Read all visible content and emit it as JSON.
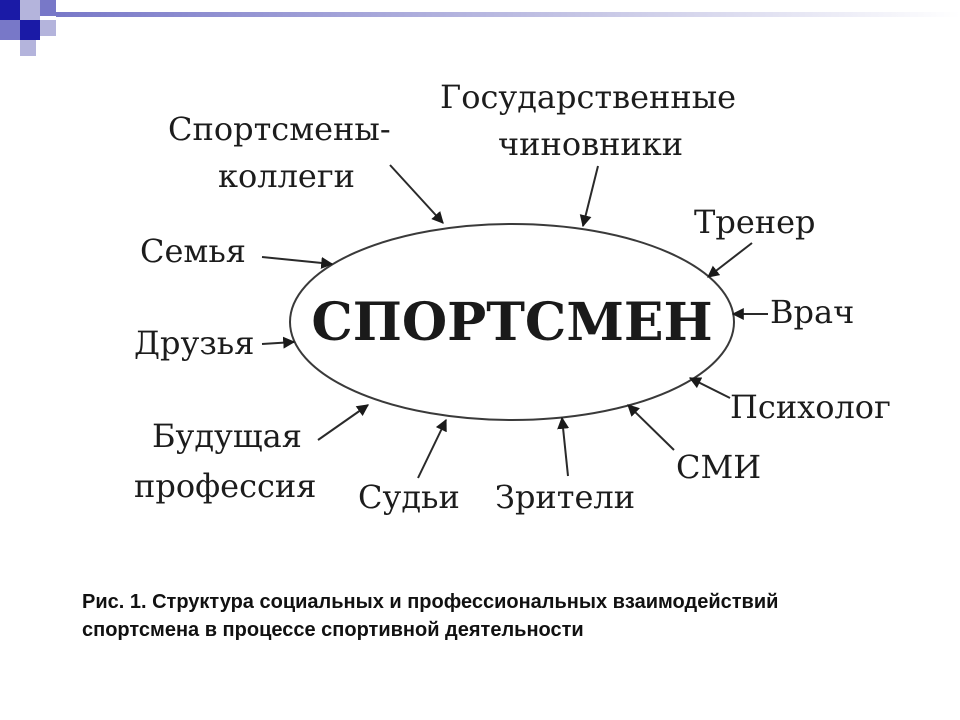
{
  "diagram": {
    "center": "СПОРТСМЕН",
    "nodes": {
      "colleagues": [
        "Спортсмены-",
        "коллеги"
      ],
      "officials": [
        "Государственные",
        "чиновники"
      ],
      "coach": "Тренер",
      "family": "Семья",
      "doctor": "Врач",
      "friends": "Друзья",
      "psychologist": "Психолог",
      "future_profession": [
        "Будущая",
        "профессия"
      ],
      "media": "СМИ",
      "judges": "Судьи",
      "spectators": "Зрители"
    }
  },
  "caption": {
    "line1": "Рис. 1. Структура социальных и профессиональных взаимодействий",
    "line2": "спортсмена в процессе спортивной деятельности"
  },
  "decoration": {
    "square_colors": [
      "#1a1aa6",
      "#7878c8",
      "#b4b4dc"
    ]
  }
}
